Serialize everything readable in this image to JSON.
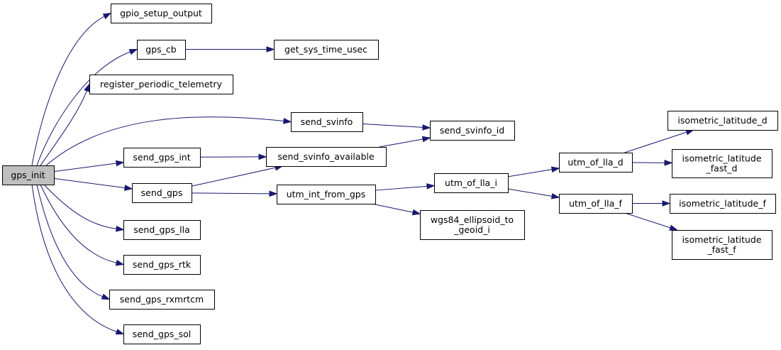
{
  "graph": {
    "edge_color": "#191970",
    "root_fill": "#bfbfbf",
    "nodes": [
      {
        "id": "gps_init",
        "lines": [
          "gps_init"
        ],
        "root": true
      },
      {
        "id": "gpio_setup_output",
        "lines": [
          "gpio_setup_output"
        ]
      },
      {
        "id": "gps_cb",
        "lines": [
          "gps_cb"
        ]
      },
      {
        "id": "get_sys_time_usec",
        "lines": [
          "get_sys_time_usec"
        ]
      },
      {
        "id": "register_periodic_telemetry",
        "lines": [
          "register_periodic_telemetry"
        ]
      },
      {
        "id": "send_svinfo",
        "lines": [
          "send_svinfo"
        ]
      },
      {
        "id": "send_svinfo_id",
        "lines": [
          "send_svinfo_id"
        ]
      },
      {
        "id": "send_gps_int",
        "lines": [
          "send_gps_int"
        ]
      },
      {
        "id": "send_svinfo_available",
        "lines": [
          "send_svinfo_available"
        ]
      },
      {
        "id": "send_gps",
        "lines": [
          "send_gps"
        ]
      },
      {
        "id": "utm_int_from_gps",
        "lines": [
          "utm_int_from_gps"
        ]
      },
      {
        "id": "utm_of_lla_i",
        "lines": [
          "utm_of_lla_i"
        ]
      },
      {
        "id": "utm_of_lla_d",
        "lines": [
          "utm_of_lla_d"
        ]
      },
      {
        "id": "utm_of_lla_f",
        "lines": [
          "utm_of_lla_f"
        ]
      },
      {
        "id": "isometric_latitude_d",
        "lines": [
          "isometric_latitude_d"
        ]
      },
      {
        "id": "isometric_latitude_fast_d",
        "lines": [
          "isometric_latitude",
          "_fast_d"
        ]
      },
      {
        "id": "isometric_latitude_f",
        "lines": [
          "isometric_latitude_f"
        ]
      },
      {
        "id": "isometric_latitude_fast_f",
        "lines": [
          "isometric_latitude",
          "_fast_f"
        ]
      },
      {
        "id": "wgs84_ellipsoid_to_geoid_i",
        "lines": [
          "wgs84_ellipsoid_to",
          "_geoid_i"
        ]
      },
      {
        "id": "send_gps_lla",
        "lines": [
          "send_gps_lla"
        ]
      },
      {
        "id": "send_gps_rtk",
        "lines": [
          "send_gps_rtk"
        ]
      },
      {
        "id": "send_gps_rxmrtcm",
        "lines": [
          "send_gps_rxmrtcm"
        ]
      },
      {
        "id": "send_gps_sol",
        "lines": [
          "send_gps_sol"
        ]
      }
    ],
    "edges": [
      {
        "from": "gps_init",
        "to": "gpio_setup_output"
      },
      {
        "from": "gps_init",
        "to": "gps_cb"
      },
      {
        "from": "gps_init",
        "to": "register_periodic_telemetry"
      },
      {
        "from": "gps_init",
        "to": "send_svinfo"
      },
      {
        "from": "gps_init",
        "to": "send_gps_int"
      },
      {
        "from": "gps_init",
        "to": "send_gps"
      },
      {
        "from": "gps_init",
        "to": "send_gps_lla"
      },
      {
        "from": "gps_init",
        "to": "send_gps_rtk"
      },
      {
        "from": "gps_init",
        "to": "send_gps_rxmrtcm"
      },
      {
        "from": "gps_init",
        "to": "send_gps_sol"
      },
      {
        "from": "gps_cb",
        "to": "get_sys_time_usec"
      },
      {
        "from": "send_svinfo",
        "to": "send_svinfo_id"
      },
      {
        "from": "send_gps_int",
        "to": "send_svinfo_available"
      },
      {
        "from": "send_gps",
        "to": "send_svinfo_available"
      },
      {
        "from": "send_gps",
        "to": "utm_int_from_gps"
      },
      {
        "from": "send_svinfo_available",
        "to": "send_svinfo_id"
      },
      {
        "from": "utm_int_from_gps",
        "to": "utm_of_lla_i"
      },
      {
        "from": "utm_int_from_gps",
        "to": "wgs84_ellipsoid_to_geoid_i"
      },
      {
        "from": "utm_of_lla_i",
        "to": "utm_of_lla_d"
      },
      {
        "from": "utm_of_lla_i",
        "to": "utm_of_lla_f"
      },
      {
        "from": "utm_of_lla_d",
        "to": "isometric_latitude_d"
      },
      {
        "from": "utm_of_lla_d",
        "to": "isometric_latitude_fast_d"
      },
      {
        "from": "utm_of_lla_f",
        "to": "isometric_latitude_f"
      },
      {
        "from": "utm_of_lla_f",
        "to": "isometric_latitude_fast_f"
      }
    ]
  }
}
